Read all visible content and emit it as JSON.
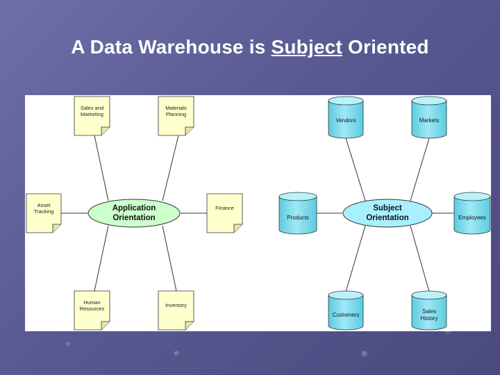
{
  "slide": {
    "title_prefix": "A Data Warehouse is ",
    "title_underlined": "Subject",
    "title_suffix": " Oriented"
  },
  "application_diagram": {
    "hub_label_line1": "Application",
    "hub_label_line2": "Orientation",
    "documents": [
      {
        "line1": "Sales and",
        "line2": "Marketing"
      },
      {
        "line1": "Materials",
        "line2": "Planning"
      },
      {
        "line1": "Asset",
        "line2": "Tracking"
      },
      {
        "line1": "Finance",
        "line2": ""
      },
      {
        "line1": "Human",
        "line2": "Resources"
      },
      {
        "line1": "Inventory",
        "line2": ""
      }
    ]
  },
  "subject_diagram": {
    "hub_label_line1": "Subject",
    "hub_label_line2": "Orientation",
    "databases": [
      {
        "line1": "Vendors",
        "line2": ""
      },
      {
        "line1": "Markets",
        "line2": ""
      },
      {
        "line1": "Products",
        "line2": ""
      },
      {
        "line1": "Employees",
        "line2": ""
      },
      {
        "line1": "Customers",
        "line2": ""
      },
      {
        "line1": "Sales",
        "line2": "History"
      }
    ]
  },
  "colors": {
    "background": "#5b5b94",
    "document_fill": "#ffffcc",
    "hub_fill": "#ccffcc",
    "subject_hub_fill": "#99eeff",
    "cylinder_fill": "#88ddee"
  }
}
